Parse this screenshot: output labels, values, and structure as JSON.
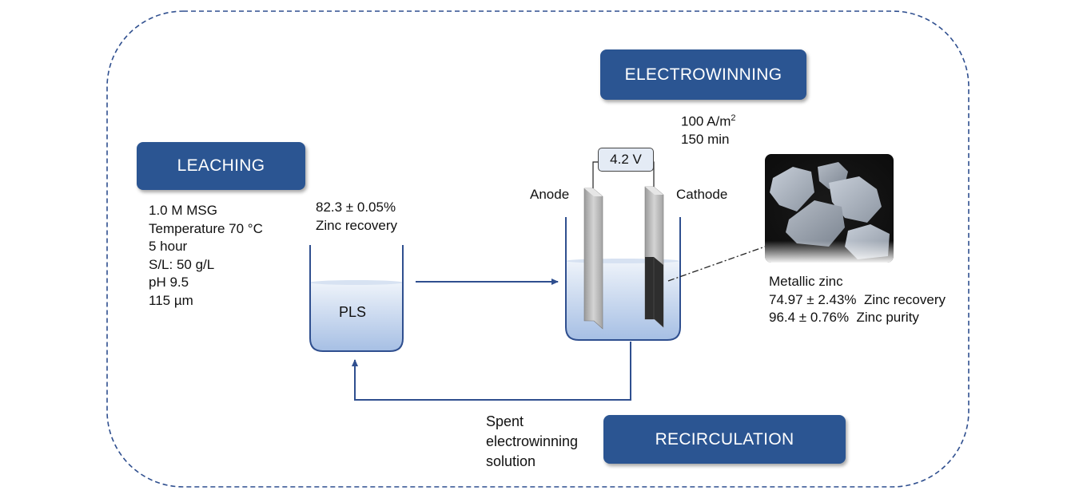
{
  "leaching": {
    "title": "LEACHING",
    "conditions": [
      "1.0 M MSG",
      "Temperature 70 °C",
      "5 hour",
      "S/L: 50 g/L",
      "pH 9.5",
      "115 µm"
    ],
    "recovery_value": "82.3 ± 0.05%",
    "recovery_label": "Zinc recovery",
    "tank_label": "PLS"
  },
  "electrowinning": {
    "title": "ELECTROWINNING",
    "current_density_value": "100 A/m",
    "current_density_sup": "2",
    "time": "150 min",
    "voltage": "4.2 V",
    "anode_label": "Anode",
    "cathode_label": "Cathode"
  },
  "product": {
    "name": "Metallic zinc",
    "recovery": "74.97 ± 2.43%  Zinc recovery",
    "purity": "96.4 ± 0.76%  Zinc purity"
  },
  "recirculation": {
    "title": "RECIRCULATION",
    "stream_label": [
      "Spent",
      "electrowinning",
      "solution"
    ]
  },
  "colors": {
    "box_fill": "#2b5592",
    "arrow": "#2f4f8f",
    "border_dash": "#2f4f8f",
    "liquid_top": "#e6eef8",
    "liquid_bottom": "#a9c2e6"
  }
}
